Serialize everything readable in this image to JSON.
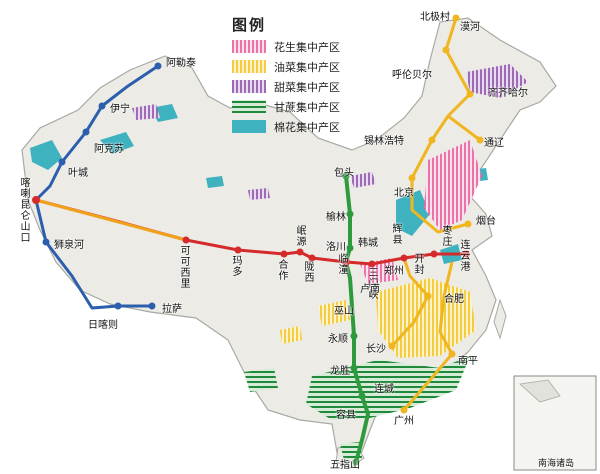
{
  "legend": {
    "title": "图例",
    "items": [
      {
        "label": "花生集中产区",
        "pattern": "hatch-pink"
      },
      {
        "label": "油菜集中产区",
        "pattern": "hatch-yellow"
      },
      {
        "label": "甜菜集中产区",
        "pattern": "hatch-purple"
      },
      {
        "label": "甘蔗集中产区",
        "pattern": "hatch-green"
      },
      {
        "label": "棉花集中产区",
        "pattern": "solid-teal"
      }
    ]
  },
  "colors": {
    "peanut": "#e8559a",
    "rapeseed": "#f2c21a",
    "sugarbeet": "#8a4fa6",
    "sugarcane": "#1f8a3c",
    "cotton": "#3fb2c0",
    "route_blue": "#2b5fad",
    "route_red": "#d52a2a",
    "route_orange": "#f0a21a",
    "route_green": "#2e9a3e",
    "route_yellow": "#f0b51f"
  },
  "cities": {
    "a_le_tai": "阿勒泰",
    "yi_ning": "伊宁",
    "a_ke_su": "阿克苏",
    "ye_cheng": "叶城",
    "ka_la_kun_lun": "喀喇昆仑山口",
    "shi_quan_he": "狮泉河",
    "ri_ka_ze": "日喀则",
    "la_sa": "拉萨",
    "ke_ke_xi_li": "可可西里",
    "ma_duo": "玛多",
    "he_zuo": "合作",
    "min_yuan": "岷源",
    "long_xi": "陇西",
    "bao_tou": "包头",
    "yu_lin": "榆林",
    "luo_chuan": "洛川",
    "han_cheng": "韩城",
    "lin_tong": "临潼",
    "san_men_xia": "三门峡",
    "lu_nan": "卢南",
    "wu_shan": "巫山",
    "yong_shun": "永顺",
    "long_sheng": "龙胜",
    "lian_cheng": "连城",
    "rong_xian": "容县",
    "wu_zhi_shan": "五指山",
    "bei_ji_cun": "北极村",
    "mo_he": "漠河",
    "hu_lun_bei_er": "呼伦贝尔",
    "qi_qi_ha_er": "齐齐哈尔",
    "xi_lin_hao_te": "锡林浩特",
    "tong_liao": "通辽",
    "bei_jing": "北京",
    "yan_tai": "烟台",
    "hui_xian": "辉县",
    "zao_zhuang": "枣庄",
    "zheng_zhou": "郑州",
    "kai_feng": "开封",
    "lian_yun_gang": "连云港",
    "he_fei": "合肥",
    "chang_sha": "长沙",
    "nan_ping": "南平",
    "guang_zhou": "广州"
  },
  "inset": {
    "label": "南海诸岛"
  }
}
